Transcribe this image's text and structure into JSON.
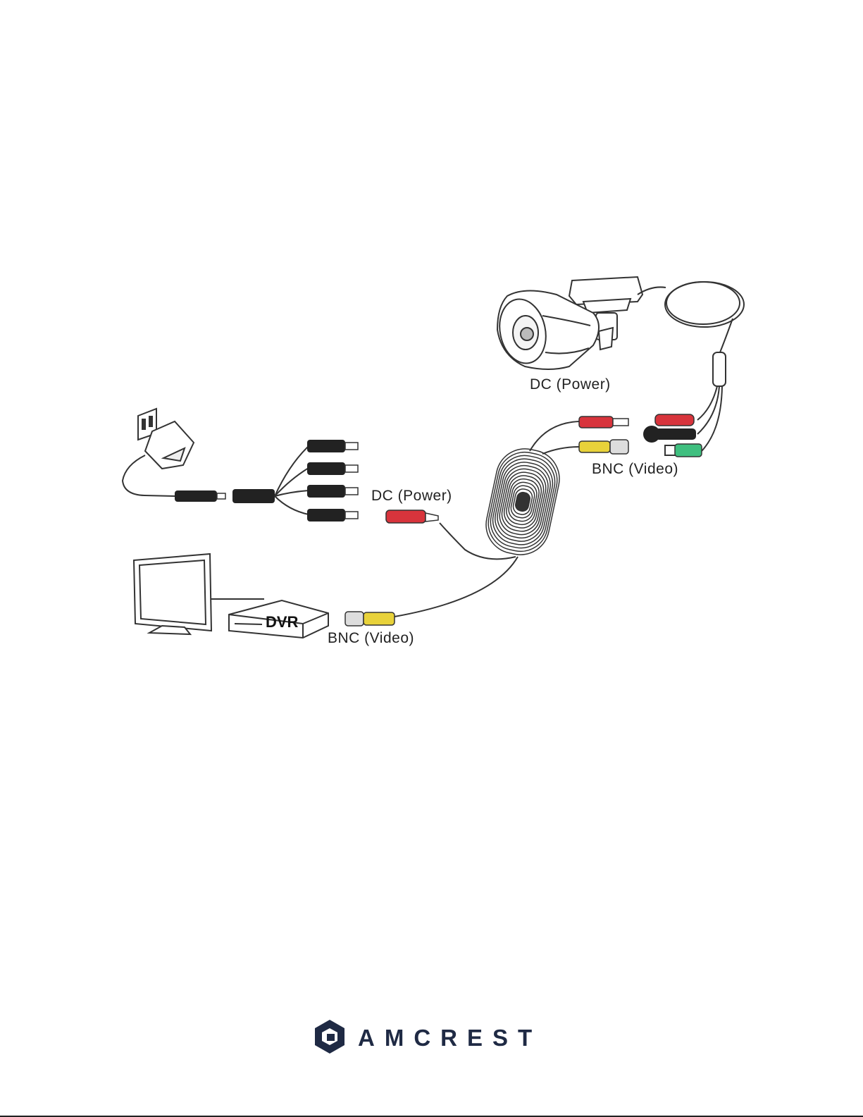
{
  "labels": {
    "camera_dc_power": "DC (Power)",
    "camera_bnc_video": "BNC (Video)",
    "splitter_dc_power": "DC (Power)",
    "dvr_bnc_video": "BNC (Video)",
    "dvr": "DVR"
  },
  "brand": {
    "name": "AMCREST",
    "color": "#1f2a44"
  },
  "colors": {
    "power_connector": "#d8343c",
    "video_connector": "#e8d23a",
    "audio_connector": "#3fbf7f",
    "line": "#333333"
  }
}
